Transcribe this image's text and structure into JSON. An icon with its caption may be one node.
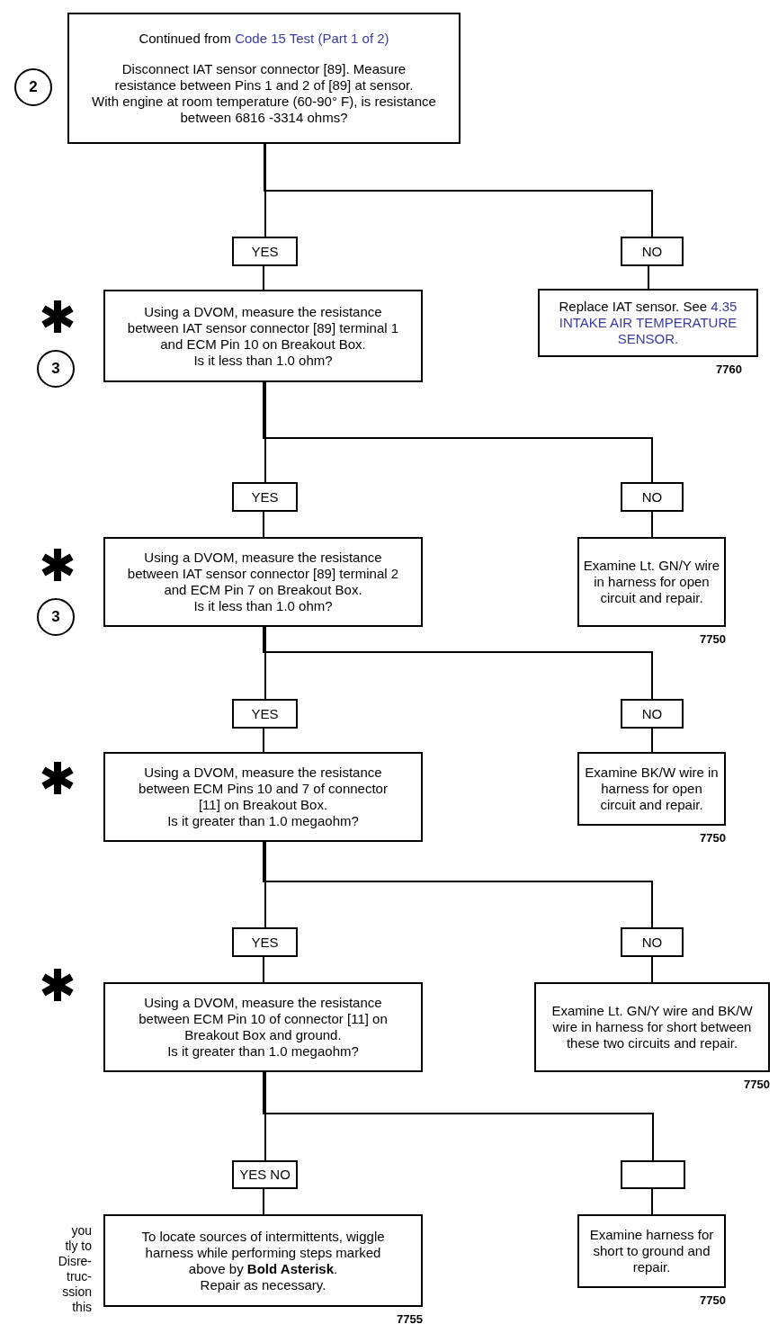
{
  "diagram": {
    "nodes": [
      {
        "text": [
          "2"
        ]
      },
      {
        "text": [
          "Continued from",
          "Code 15 Test (Part 1 of 2)",
          "Disconnect IAT sensor connector [89]. Measure resistance between Pins 1 and 2 of [89] at sensor.",
          "With engine at room temperature (60-90° F), is resistance between 6816 -3314 ohms?"
        ]
      },
      {
        "text": [
          "YES"
        ]
      },
      {
        "text": [
          "NO"
        ]
      },
      {
        "text": [
          "Using a DVOM, measure the resistance between IAT sensor connector [89] terminal 1 and ECM Pin 10 on Breakout Box.",
          "Is it less than 1.0 ohm?"
        ]
      },
      {
        "text": [
          "Replace IAT sensor. See",
          "4.35 INTAKE AIR TEMPERATURE SENSOR."
        ],
        "beside": [
          "7760"
        ]
      },
      {
        "text": [
          "3"
        ]
      },
      {
        "text": [
          "YES"
        ]
      },
      {
        "text": [
          "NO"
        ]
      },
      {
        "text": [
          "Using a DVOM, measure the resistance between IAT sensor connector [89] terminal 2 and ECM Pin 7 on Breakout Box.",
          "Is it less than 1.0 ohm?"
        ]
      },
      {
        "text": [
          "Examine Lt. GN/Y wire in harness for open circuit and repair."
        ],
        "beside": [
          "7750"
        ]
      },
      {
        "text": [
          "3"
        ]
      },
      {
        "text": [
          "YES"
        ]
      },
      {
        "text": [
          "NO"
        ]
      },
      {
        "text": [
          "Using a DVOM, measure the resistance between ECM Pins 10 and 7 of connector [11] on Breakout Box.",
          "Is it greater than 1.0 megaohm?"
        ]
      },
      {
        "text": [
          "Examine BK/W wire in harness for open circuit and repair."
        ],
        "beside": [
          "7750"
        ]
      },
      {
        "text": [
          "YES"
        ]
      },
      {
        "text": [
          "NO"
        ]
      },
      {
        "text": [
          "Using a DVOM, measure the resistance between ECM Pin 10 of connector [11] on Breakout Box and ground.",
          "Is it greater than 1.0 megaohm?"
        ]
      },
      {
        "text": [
          "Examine Lt. GN/Y wire and BK/W wire in harness for short between these two circuits and repair."
        ],
        "beside": [
          "7750"
        ]
      },
      {
        "text": [
          "YES NO"
        ]
      },
      {
        "text": [],
        "shape": "box"
      },
      {
        "text": [
          "To locate sources of intermittents, wiggle harness while performing steps marked above by **Bold Asterisk**.",
          "Repair as necessary."
        ],
        "beside": [
          "7755"
        ]
      },
      {
        "text": [
          "Examine harness for short to ground and repair."
        ],
        "beside": [
          "7750"
        ]
      }
    ],
    "edges": [
      {
        "from": 1,
        "to": 2,
        "arrow": "none"
      },
      {
        "from": 1,
        "to": 3,
        "arrow": "none"
      },
      {
        "from": 2,
        "to": 4,
        "arrow": "none"
      },
      {
        "from": 3,
        "to": 5,
        "arrow": "none"
      },
      {
        "from": 4,
        "to": 7,
        "arrow": "none"
      },
      {
        "from": 4,
        "to": 8,
        "arrow": "none"
      },
      {
        "from": 7,
        "to": 9,
        "arrow": "none"
      },
      {
        "from": 8,
        "to": 10,
        "arrow": "none"
      },
      {
        "from": 9,
        "to": 12,
        "arrow": "none"
      },
      {
        "from": 9,
        "to": 13,
        "arrow": "none"
      },
      {
        "from": 12,
        "to": 14,
        "arrow": "none"
      },
      {
        "from": 13,
        "to": 15,
        "arrow": "none"
      },
      {
        "from": 14,
        "to": 16,
        "arrow": "none"
      },
      {
        "from": 14,
        "to": 17,
        "arrow": "none"
      },
      {
        "from": 16,
        "to": 18,
        "arrow": "none"
      },
      {
        "from": 17,
        "to": 19,
        "arrow": "none"
      },
      {
        "from": 18,
        "to": 20,
        "arrow": "none"
      },
      {
        "from": 18,
        "to": 21,
        "arrow": "none"
      },
      {
        "from": 20,
        "to": 22,
        "arrow": "none"
      },
      {
        "from": 21,
        "to": 23,
        "arrow": "none"
      }
    ],
    "labels": [
      "you",
      "tly to",
      "Disre-",
      "truc-",
      "ssion",
      "this"
    ]
  }
}
